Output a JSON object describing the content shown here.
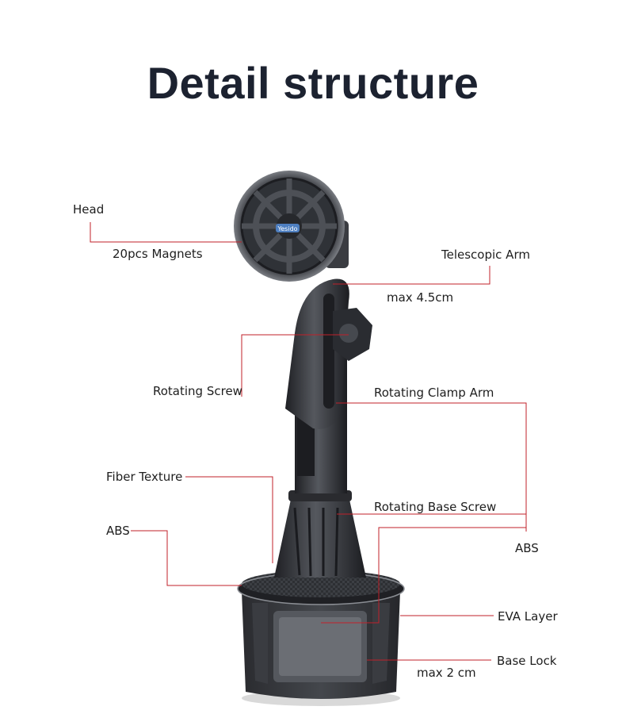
{
  "title": "Detail structure",
  "colors": {
    "leader_line": "#c0202a",
    "product_dark": "#2b2d31",
    "product_mid": "#4a4d53",
    "title": "#1c2230"
  },
  "product": {
    "icon": "car-cup-holder-phone-mount-icon",
    "logo_text": "Yesido"
  },
  "labels": {
    "head": "Head",
    "magnets": "20pcs Magnets",
    "telescopic_arm": "Telescopic Arm",
    "arm_length": "max 4.5cm",
    "rotating_screw": "Rotating Screw",
    "rotating_clamp_arm": "Rotating Clamp Arm",
    "fiber_texture": "Fiber Texture",
    "rotating_base_screw": "Rotating Base Screw",
    "abs_left": "ABS",
    "abs_right": "ABS",
    "eva_layer": "EVA Layer",
    "base_lock": "Base Lock",
    "base_expansion": "max 2 cm"
  }
}
